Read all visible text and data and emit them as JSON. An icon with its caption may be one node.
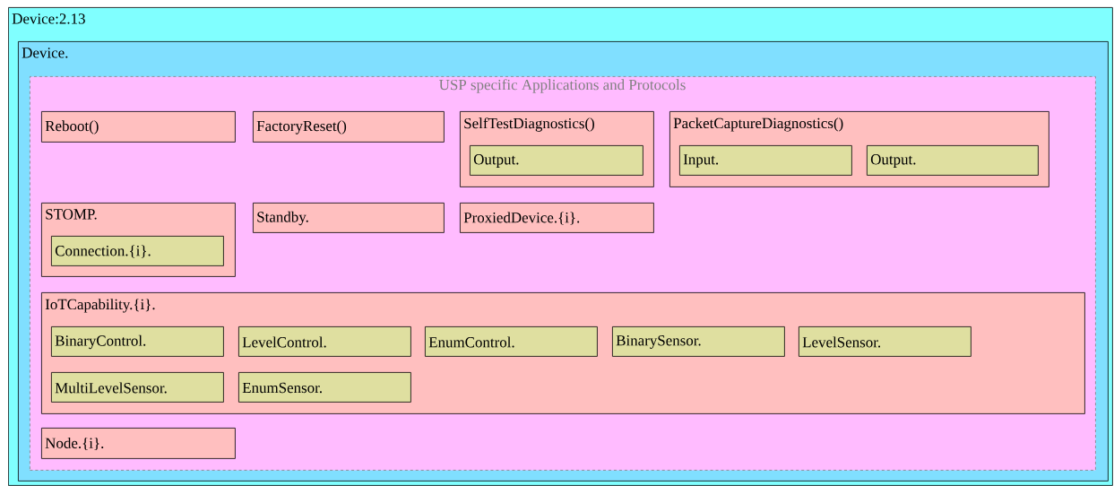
{
  "diagram": {
    "nodes": [
      {
        "text": [
          "Device:2.13"
        ]
      },
      {
        "text": [
          "Device."
        ],
        "in": 0
      },
      {
        "text": [
          "USP specific Applications and Protocols"
        ],
        "in": 1
      },
      {
        "text": [
          "Reboot()"
        ],
        "in": 2
      },
      {
        "text": [
          "FactoryReset()"
        ],
        "in": 2
      },
      {
        "text": [
          "SelfTestDiagnostics()"
        ],
        "in": 2
      },
      {
        "text": [
          "Output."
        ],
        "in": 5
      },
      {
        "text": [
          "PacketCaptureDiagnostics()"
        ],
        "in": 2
      },
      {
        "text": [
          "Input."
        ],
        "in": 7
      },
      {
        "text": [
          "Output."
        ],
        "in": 7
      },
      {
        "text": [
          "STOMP."
        ],
        "in": 2
      },
      {
        "text": [
          "Connection.{i}."
        ],
        "in": 10
      },
      {
        "text": [
          "Standby."
        ],
        "in": 2
      },
      {
        "text": [
          "ProxiedDevice.{i}."
        ],
        "in": 2
      },
      {
        "text": [
          "IoTCapability.{i}."
        ],
        "in": 2
      },
      {
        "text": [
          "BinaryControl."
        ],
        "in": 14
      },
      {
        "text": [
          "LevelControl."
        ],
        "in": 14
      },
      {
        "text": [
          "EnumControl."
        ],
        "in": 14
      },
      {
        "text": [
          "BinarySensor."
        ],
        "in": 14
      },
      {
        "text": [
          "LevelSensor."
        ],
        "in": 14
      },
      {
        "text": [
          "MultiLevelSensor."
        ],
        "in": 14
      },
      {
        "text": [
          "EnumSensor."
        ],
        "in": 14
      },
      {
        "text": [
          "Node.{i}."
        ],
        "in": 2
      }
    ]
  }
}
